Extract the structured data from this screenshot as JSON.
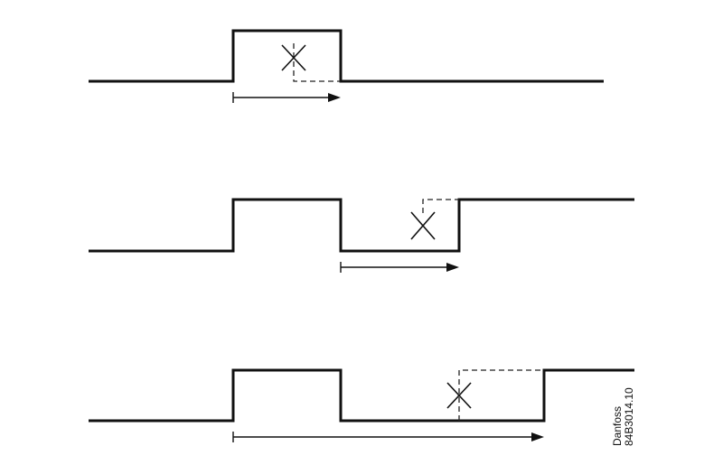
{
  "figure": {
    "brand": "Danfoss",
    "reference_code": "84B3014.10"
  },
  "colors": {
    "line": "#111111",
    "background": "#ffffff"
  },
  "diagrams": [
    {
      "name": "timing-diagram-1"
    },
    {
      "name": "timing-diagram-2"
    },
    {
      "name": "timing-diagram-3"
    }
  ]
}
